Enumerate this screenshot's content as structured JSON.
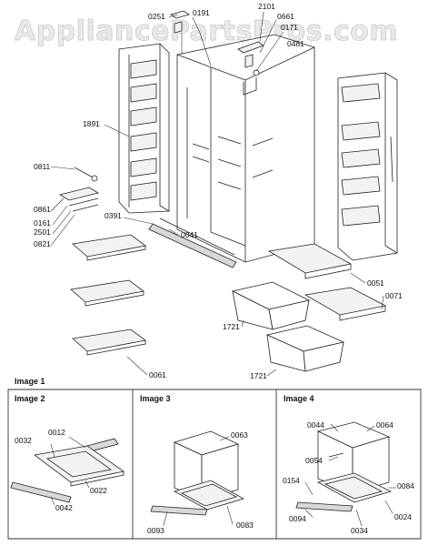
{
  "watermark": "AppliancePartsPros.com",
  "panels": {
    "image1": "Image 1",
    "image2": "Image 2",
    "image3": "Image 3",
    "image4": "Image 4"
  },
  "part_labels": {
    "p0251": "0251",
    "p0191": "0191",
    "p2101": "2101",
    "p0661": "0661",
    "p0171": "0171",
    "p0481": "0481",
    "p1891": "1891",
    "p0811": "0811",
    "p0861": "0861",
    "p0161": "0161",
    "p2501": "2501",
    "p0821": "0821",
    "p0391": "0391",
    "p0041": "0041",
    "p0051": "0051",
    "p0071": "0071",
    "p1721a": "1721",
    "p1721b": "1721",
    "p0061": "0061",
    "p0012": "0012",
    "p0032": "0032",
    "p0022": "0022",
    "p0042": "0042",
    "p0063": "0063",
    "p0093": "0093",
    "p0083": "0083",
    "p0044": "0044",
    "p0064": "0064",
    "p0054": "0054",
    "p0154": "0154",
    "p0084": "0084",
    "p0094": "0094",
    "p0034": "0034",
    "p0024": "0024"
  }
}
